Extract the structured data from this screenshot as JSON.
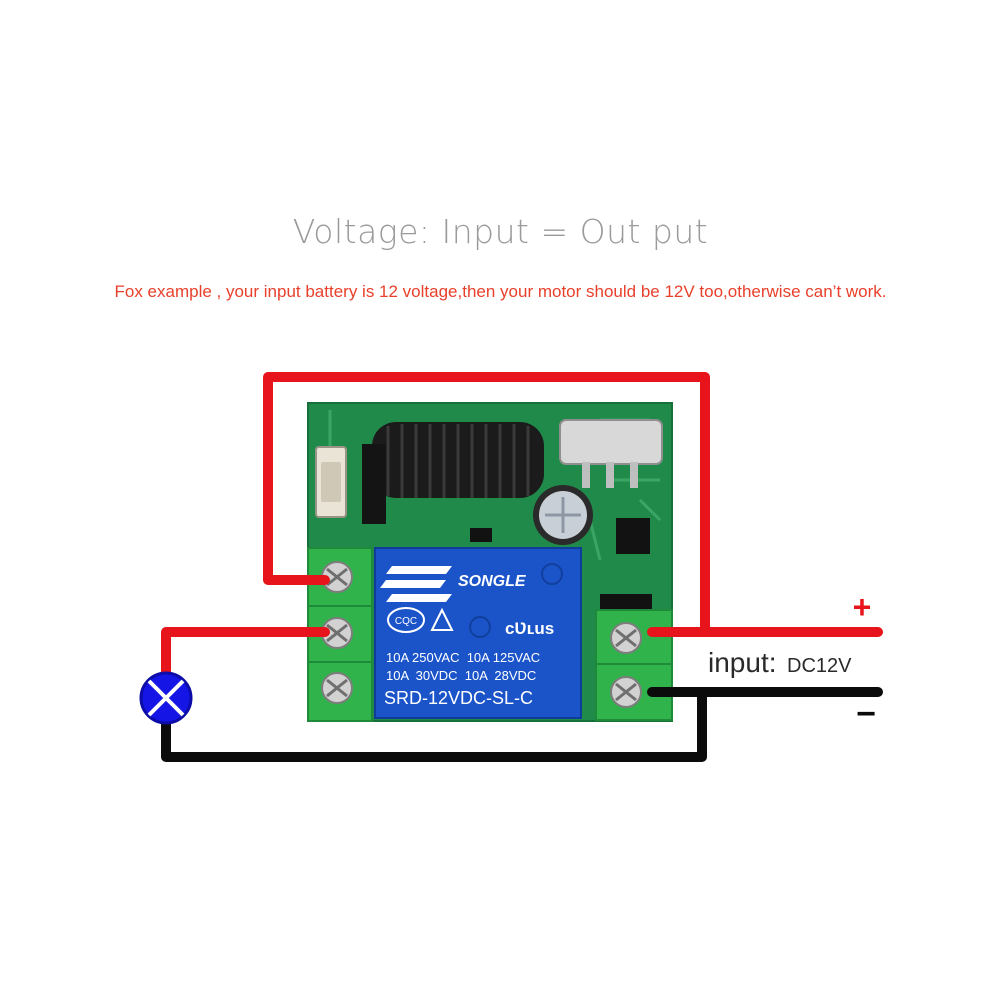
{
  "heading": "Voltage: Input = Out put",
  "subheading": "Fox example , your input battery is 12 voltage,then your motor should be 12V too,otherwise can’t work.",
  "input": {
    "label": "input:",
    "value": "DC12V",
    "plus": "+",
    "minus": "−"
  },
  "relay": {
    "brand": "SONGLE",
    "cqc": "CQC",
    "ul": "cƲʟus",
    "rating1": "10A 250VAC  10A 125VAC",
    "rating2": "10A  30VDC  10A  28VDC",
    "model": "SRD-12VDC-SL-C"
  },
  "colors": {
    "positive_wire": "#e8141b",
    "negative_wire": "#0b0b0b",
    "pcb": "#1f8a4a",
    "terminal": "#2fb34a",
    "relay": "#1b54c8",
    "lamp": "#1515e6",
    "heading": "#9a9a9a",
    "subheading": "#e8402b"
  }
}
